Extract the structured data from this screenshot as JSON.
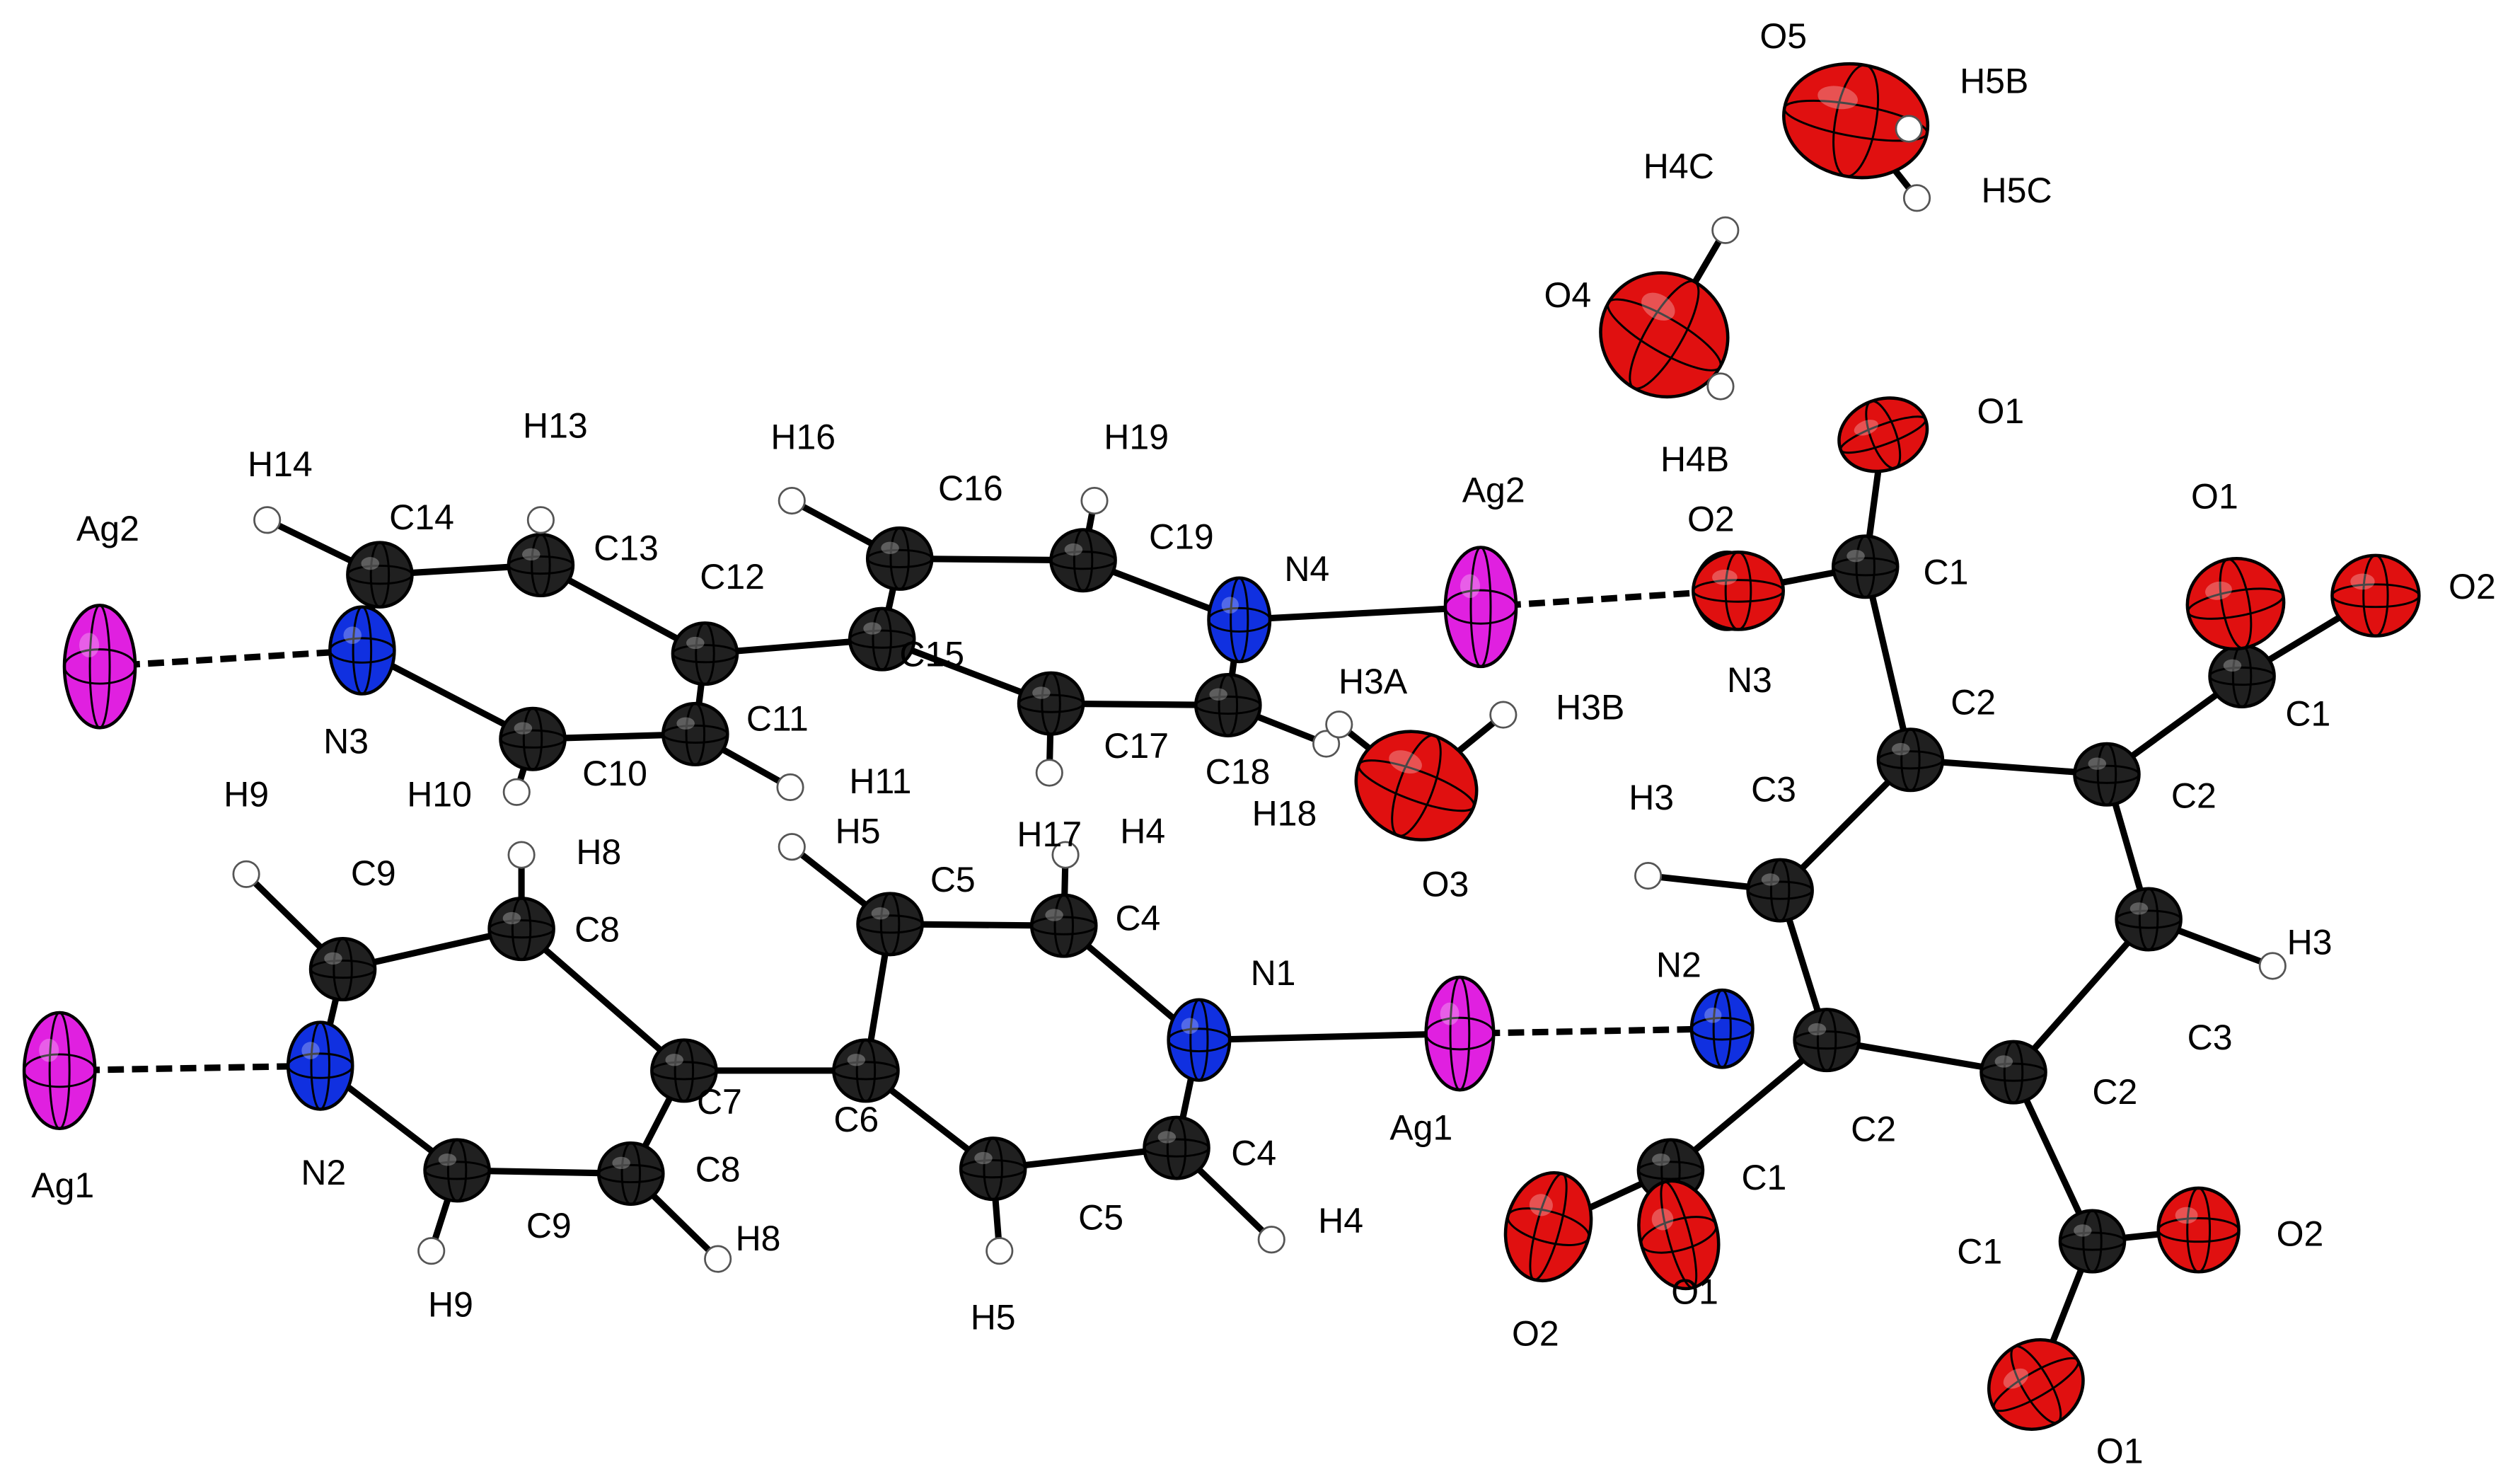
{
  "colors": {
    "Ag": "#e020e0",
    "N": "#1030e0",
    "O": "#e01010",
    "C": "#202020",
    "H": "#ffffff",
    "bond": "#000000"
  },
  "atoms": [
    {
      "id": "ag2_left",
      "label": "Ag2",
      "element": "Ag"
    },
    {
      "id": "ag1_left",
      "label": "Ag1",
      "element": "Ag"
    },
    {
      "id": "n3_left",
      "label": "N3",
      "element": "N"
    },
    {
      "id": "c14",
      "label": "C14",
      "element": "C"
    },
    {
      "id": "h14",
      "label": "H14",
      "element": "H"
    },
    {
      "id": "c13",
      "label": "C13",
      "element": "C"
    },
    {
      "id": "h13",
      "label": "H13",
      "element": "H"
    },
    {
      "id": "c12",
      "label": "C12",
      "element": "C"
    },
    {
      "id": "c11",
      "label": "C11",
      "element": "C"
    },
    {
      "id": "h11",
      "label": "H11",
      "element": "H"
    },
    {
      "id": "c10",
      "label": "C10",
      "element": "C"
    },
    {
      "id": "h10",
      "label": "H10",
      "element": "H"
    },
    {
      "id": "c15",
      "label": "C15",
      "element": "C"
    },
    {
      "id": "c16",
      "label": "C16",
      "element": "C"
    },
    {
      "id": "h16",
      "label": "H16",
      "element": "H"
    },
    {
      "id": "c19",
      "label": "C19",
      "element": "C"
    },
    {
      "id": "h19",
      "label": "H19",
      "element": "H"
    },
    {
      "id": "n4",
      "label": "N4",
      "element": "N"
    },
    {
      "id": "c18",
      "label": "C18",
      "element": "C"
    },
    {
      "id": "h18",
      "label": "H18",
      "element": "H"
    },
    {
      "id": "c17",
      "label": "C17",
      "element": "C"
    },
    {
      "id": "h17",
      "label": "H17",
      "element": "H"
    },
    {
      "id": "ag2_mid",
      "label": "Ag2",
      "element": "Ag"
    },
    {
      "id": "n3_right",
      "label": "N3",
      "element": "N"
    },
    {
      "id": "n2_left",
      "label": "N2",
      "element": "N"
    },
    {
      "id": "c9a",
      "label": "C9",
      "element": "C"
    },
    {
      "id": "h9a",
      "label": "H9",
      "element": "H"
    },
    {
      "id": "c8a",
      "label": "C8",
      "element": "C"
    },
    {
      "id": "h8a",
      "label": "H8",
      "element": "H"
    },
    {
      "id": "c7",
      "label": "C7",
      "element": "C"
    },
    {
      "id": "c8b",
      "label": "C8",
      "element": "C"
    },
    {
      "id": "h8b",
      "label": "H8",
      "element": "H"
    },
    {
      "id": "c9b",
      "label": "C9",
      "element": "C"
    },
    {
      "id": "h9b",
      "label": "H9",
      "element": "H"
    },
    {
      "id": "c6",
      "label": "C6",
      "element": "C"
    },
    {
      "id": "c5a",
      "label": "C5",
      "element": "C"
    },
    {
      "id": "h5a",
      "label": "H5",
      "element": "H"
    },
    {
      "id": "c4a",
      "label": "C4",
      "element": "C"
    },
    {
      "id": "h4a",
      "label": "H4",
      "element": "H"
    },
    {
      "id": "n1",
      "label": "N1",
      "element": "N"
    },
    {
      "id": "c4b",
      "label": "C4",
      "element": "C"
    },
    {
      "id": "h4b",
      "label": "H4",
      "element": "H"
    },
    {
      "id": "c5b",
      "label": "C5",
      "element": "C"
    },
    {
      "id": "h5b",
      "label": "H5",
      "element": "H"
    },
    {
      "id": "ag1_mid",
      "label": "Ag1",
      "element": "Ag"
    },
    {
      "id": "n2_right",
      "label": "N2",
      "element": "N"
    },
    {
      "id": "o3",
      "label": "O3",
      "element": "O"
    },
    {
      "id": "h3a",
      "label": "H3A",
      "element": "H"
    },
    {
      "id": "h3b",
      "label": "H3B",
      "element": "H"
    },
    {
      "id": "o4",
      "label": "O4",
      "element": "O"
    },
    {
      "id": "h4c",
      "label": "H4C",
      "element": "H"
    },
    {
      "id": "h4b_w",
      "label": "H4B",
      "element": "H"
    },
    {
      "id": "o5",
      "label": "O5",
      "element": "O"
    },
    {
      "id": "h5b_w",
      "label": "H5B",
      "element": "H"
    },
    {
      "id": "h5c",
      "label": "H5C",
      "element": "H"
    },
    {
      "id": "c2a",
      "label": "C2",
      "element": "C"
    },
    {
      "id": "c2b",
      "label": "C2",
      "element": "C"
    },
    {
      "id": "c3b",
      "label": "C3",
      "element": "C"
    },
    {
      "id": "h3_right",
      "label": "H3",
      "element": "H"
    },
    {
      "id": "c2c",
      "label": "C2",
      "element": "C"
    },
    {
      "id": "c2d",
      "label": "C2",
      "element": "C"
    },
    {
      "id": "c3a",
      "label": "C3",
      "element": "C"
    },
    {
      "id": "h3_left",
      "label": "H3",
      "element": "H"
    },
    {
      "id": "c1a",
      "label": "C1",
      "element": "C"
    },
    {
      "id": "o1a",
      "label": "O1",
      "element": "O"
    },
    {
      "id": "o2a",
      "label": "O2",
      "element": "O"
    },
    {
      "id": "c1b",
      "label": "C1",
      "element": "C"
    },
    {
      "id": "o1b",
      "label": "O1",
      "element": "O"
    },
    {
      "id": "o2b",
      "label": "O2",
      "element": "O"
    },
    {
      "id": "c1c",
      "label": "C1",
      "element": "C"
    },
    {
      "id": "o1c",
      "label": "O1",
      "element": "O"
    },
    {
      "id": "o2c",
      "label": "O2",
      "element": "O"
    },
    {
      "id": "c1d",
      "label": "C1",
      "element": "C"
    },
    {
      "id": "o1d",
      "label": "O1",
      "element": "O"
    },
    {
      "id": "o2d",
      "label": "O2",
      "element": "O"
    }
  ],
  "bonds": [
    {
      "from": "n3_left",
      "to": "c14",
      "style": "solid"
    },
    {
      "from": "c14",
      "to": "c13",
      "style": "solid"
    },
    {
      "from": "c13",
      "to": "c12",
      "style": "solid"
    },
    {
      "from": "c12",
      "to": "c11",
      "style": "solid"
    },
    {
      "from": "c11",
      "to": "c10",
      "style": "solid"
    },
    {
      "from": "c10",
      "to": "n3_left",
      "style": "solid"
    },
    {
      "from": "c14",
      "to": "h14",
      "style": "solid"
    },
    {
      "from": "c13",
      "to": "h13",
      "style": "solid"
    },
    {
      "from": "c11",
      "to": "h11",
      "style": "solid"
    },
    {
      "from": "c10",
      "to": "h10",
      "style": "solid"
    },
    {
      "from": "c12",
      "to": "c15",
      "style": "solid"
    },
    {
      "from": "c15",
      "to": "c16",
      "style": "solid"
    },
    {
      "from": "c16",
      "to": "c19",
      "style": "solid"
    },
    {
      "from": "c19",
      "to": "n4",
      "style": "solid"
    },
    {
      "from": "n4",
      "to": "c18",
      "style": "solid"
    },
    {
      "from": "c18",
      "to": "c17",
      "style": "solid"
    },
    {
      "from": "c17",
      "to": "c15",
      "style": "solid"
    },
    {
      "from": "c16",
      "to": "h16",
      "style": "solid"
    },
    {
      "from": "c19",
      "to": "h19",
      "style": "solid"
    },
    {
      "from": "c18",
      "to": "h18",
      "style": "solid"
    },
    {
      "from": "c17",
      "to": "h17",
      "style": "solid"
    },
    {
      "from": "n4",
      "to": "ag2_mid",
      "style": "solid"
    },
    {
      "from": "ag2_mid",
      "to": "n3_right",
      "style": "dashed"
    },
    {
      "from": "ag2_left",
      "to": "n3_left",
      "style": "dashed"
    },
    {
      "from": "n2_left",
      "to": "c9a",
      "style": "solid"
    },
    {
      "from": "c9a",
      "to": "c8a",
      "style": "solid"
    },
    {
      "from": "c8a",
      "to": "c7",
      "style": "solid"
    },
    {
      "from": "c7",
      "to": "c8b",
      "style": "solid"
    },
    {
      "from": "c8b",
      "to": "c9b",
      "style": "solid"
    },
    {
      "from": "c9b",
      "to": "n2_left",
      "style": "solid"
    },
    {
      "from": "c9a",
      "to": "h9a",
      "style": "solid"
    },
    {
      "from": "c8a",
      "to": "h8a",
      "style": "solid"
    },
    {
      "from": "c8b",
      "to": "h8b",
      "style": "solid"
    },
    {
      "from": "c9b",
      "to": "h9b",
      "style": "solid"
    },
    {
      "from": "c7",
      "to": "c6",
      "style": "solid"
    },
    {
      "from": "c6",
      "to": "c5a",
      "style": "solid"
    },
    {
      "from": "c5a",
      "to": "c4a",
      "style": "solid"
    },
    {
      "from": "c4a",
      "to": "n1",
      "style": "solid"
    },
    {
      "from": "n1",
      "to": "c4b",
      "style": "solid"
    },
    {
      "from": "c4b",
      "to": "c5b",
      "style": "solid"
    },
    {
      "from": "c5b",
      "to": "c6",
      "style": "solid"
    },
    {
      "from": "c5a",
      "to": "h5a",
      "style": "solid"
    },
    {
      "from": "c4a",
      "to": "h4a",
      "style": "solid"
    },
    {
      "from": "c4b",
      "to": "h4b",
      "style": "solid"
    },
    {
      "from": "c5b",
      "to": "h5b",
      "style": "solid"
    },
    {
      "from": "n1",
      "to": "ag1_mid",
      "style": "solid"
    },
    {
      "from": "ag1_mid",
      "to": "n2_right",
      "style": "dashed"
    },
    {
      "from": "ag1_left",
      "to": "n2_left",
      "style": "dashed"
    },
    {
      "from": "o3",
      "to": "h3a",
      "style": "solid"
    },
    {
      "from": "o3",
      "to": "h3b",
      "style": "solid"
    },
    {
      "from": "o4",
      "to": "h4c",
      "style": "solid"
    },
    {
      "from": "o4",
      "to": "h4b_w",
      "style": "solid"
    },
    {
      "from": "o5",
      "to": "h5b_w",
      "style": "solid"
    },
    {
      "from": "o5",
      "to": "h5c",
      "style": "solid"
    },
    {
      "from": "c2a",
      "to": "c2b",
      "style": "solid"
    },
    {
      "from": "c2b",
      "to": "c3b",
      "style": "solid"
    },
    {
      "from": "c3b",
      "to": "c2c",
      "style": "solid"
    },
    {
      "from": "c2c",
      "to": "c2d",
      "style": "solid"
    },
    {
      "from": "c2d",
      "to": "c3a",
      "style": "solid"
    },
    {
      "from": "c3a",
      "to": "c2a",
      "style": "solid"
    },
    {
      "from": "c3a",
      "to": "h3_left",
      "style": "solid"
    },
    {
      "from": "c3b",
      "to": "h3_right",
      "style": "solid"
    },
    {
      "from": "c2a",
      "to": "c1a",
      "style": "solid"
    },
    {
      "from": "c1a",
      "to": "o1a",
      "style": "solid"
    },
    {
      "from": "c1a",
      "to": "o2a",
      "style": "solid"
    },
    {
      "from": "c2b",
      "to": "c1b",
      "style": "solid"
    },
    {
      "from": "c1b",
      "to": "o1b",
      "style": "solid"
    },
    {
      "from": "c1b",
      "to": "o2b",
      "style": "solid"
    },
    {
      "from": "c2d",
      "to": "c1c",
      "style": "solid"
    },
    {
      "from": "c1c",
      "to": "o1c",
      "style": "solid"
    },
    {
      "from": "c1c",
      "to": "o2c",
      "style": "solid"
    },
    {
      "from": "c2c",
      "to": "c1d",
      "style": "solid"
    },
    {
      "from": "c1d",
      "to": "o1d",
      "style": "solid"
    },
    {
      "from": "c1d",
      "to": "o2d",
      "style": "solid"
    }
  ]
}
